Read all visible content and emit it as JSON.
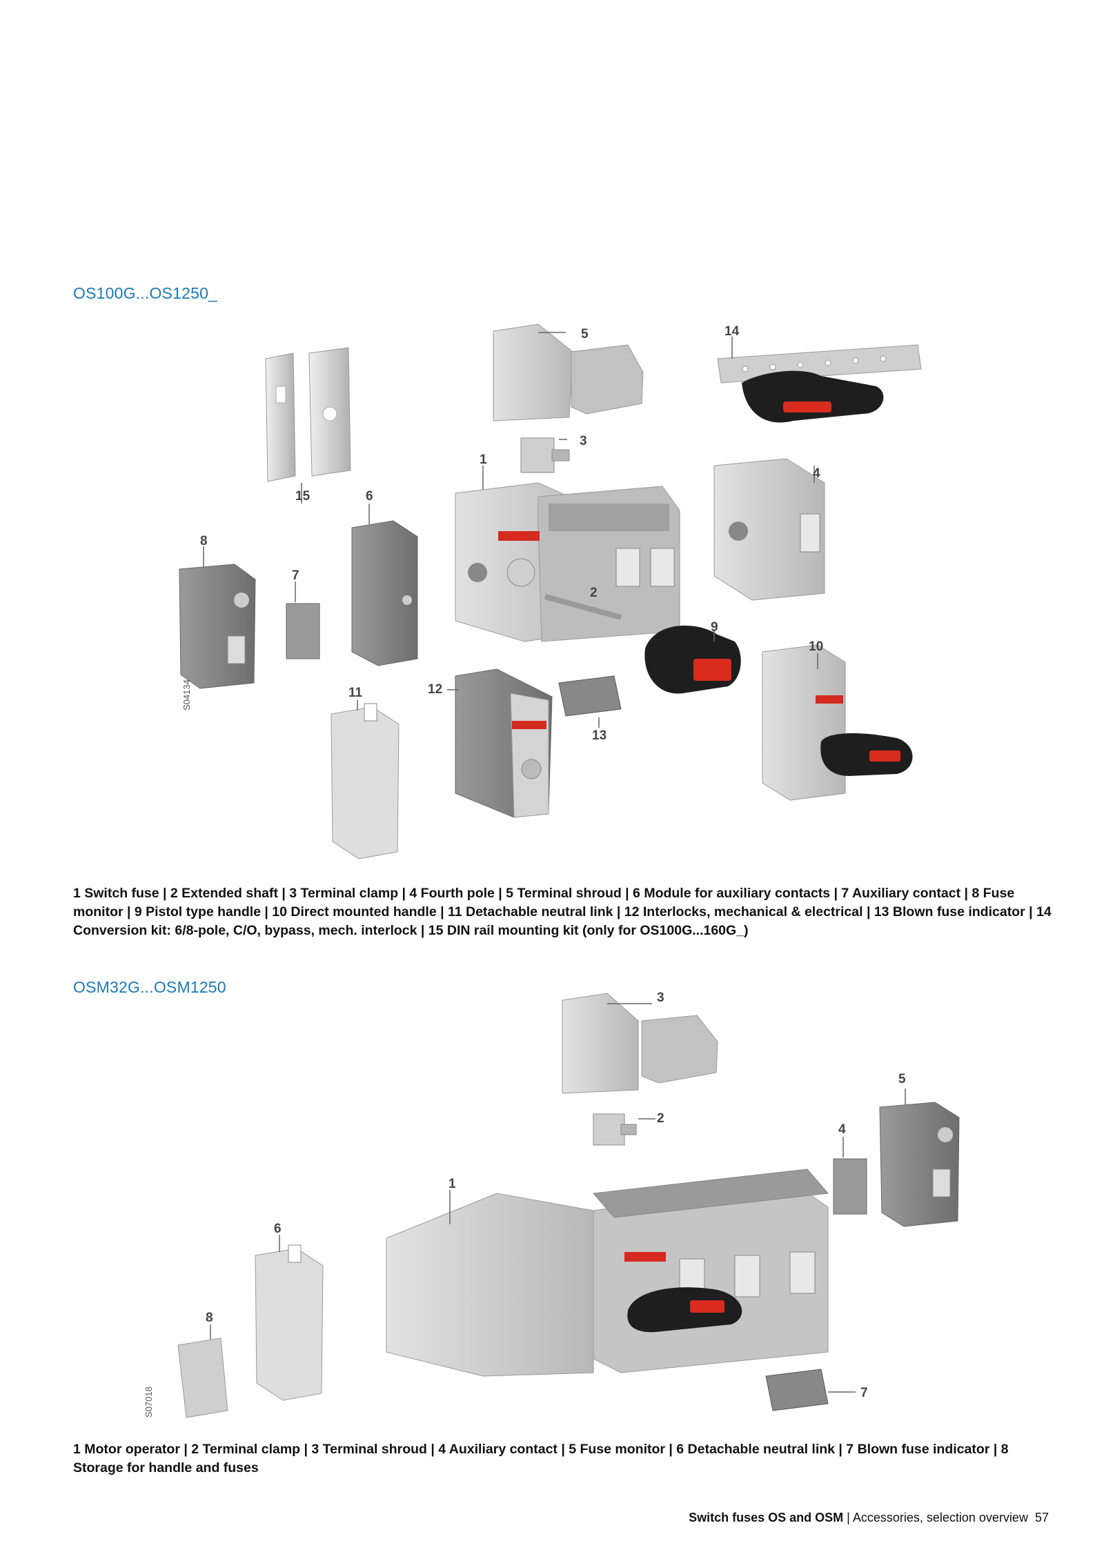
{
  "section1": {
    "title": "OS100G...OS1250_",
    "figure_code": "S04134",
    "callouts": [
      "1",
      "2",
      "3",
      "4",
      "5",
      "6",
      "7",
      "8",
      "9",
      "10",
      "11",
      "12",
      "13",
      "14",
      "15"
    ],
    "caption": "1 Switch fuse | 2 Extended shaft | 3 Terminal clamp | 4 Fourth pole | 5 Terminal shroud | 6 Module for auxiliary contacts | 7 Auxiliary contact | 8 Fuse monitor | 9 Pistol type handle | 10 Direct mounted handle | 11 Detachable neutral link | 12 Interlocks, mechanical & electrical | 13 Blown fuse indicator | 14 Conversion kit: 6/8-pole, C/O, bypass, mech. interlock | 15 DIN rail mounting kit (only for OS100G...160G_)"
  },
  "section2": {
    "title": "OSM32G...OSM1250",
    "figure_code": "S07018",
    "callouts": [
      "1",
      "2",
      "3",
      "4",
      "5",
      "6",
      "7",
      "8"
    ],
    "caption": "1 Motor operator | 2 Terminal clamp | 3 Terminal shroud | 4 Auxiliary contact | 5 Fuse monitor | 6 Detachable neutral link | 7 Blown fuse indicator | 8 Storage for handle and fuses"
  },
  "footer": {
    "bold": "Switch fuses OS and OSM",
    "separator": " | ",
    "section": "Accessories, selection overview",
    "page": "57"
  },
  "colors": {
    "title_blue": "#1a7ab8",
    "part_grey": "#c9c9c9",
    "handle_black": "#1e1e1e",
    "handle_red": "#d92b1e",
    "abb_red": "#d42a1f"
  }
}
